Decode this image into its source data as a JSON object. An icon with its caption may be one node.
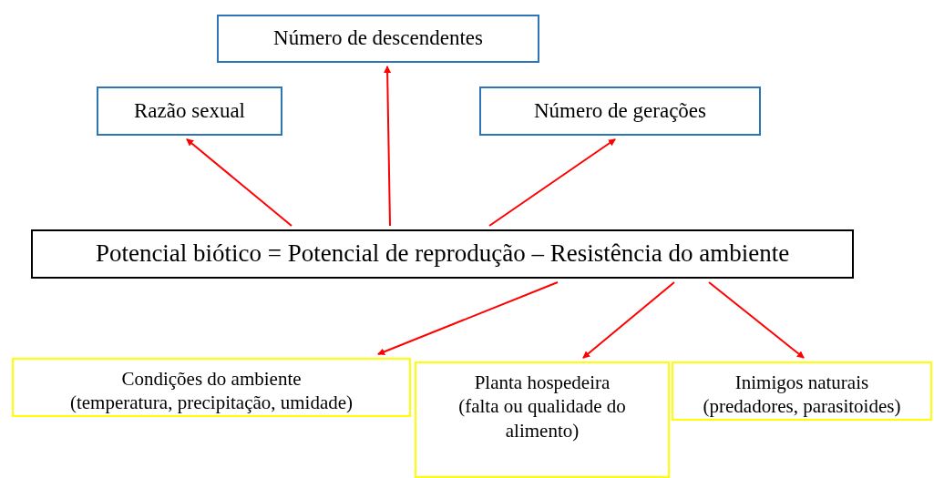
{
  "diagram": {
    "nodes": [
      {
        "text": [
          "Número de descendentes"
        ]
      },
      {
        "text": [
          "Razão sexual"
        ]
      },
      {
        "text": [
          "Número de gerações"
        ]
      },
      {
        "text": [
          "Potencial biótico = Potencial de reprodução – Resistência do ambiente"
        ]
      },
      {
        "text": [
          "Condições do ambiente",
          "(temperatura, precipitação, umidade)"
        ]
      },
      {
        "text": [
          "Planta hospedeira",
          "(falta ou qualidade do alimento)"
        ]
      },
      {
        "text": [
          "Inimigos naturais",
          "(predadores, parasitoides)"
        ]
      }
    ],
    "edges": [
      {
        "from": 3,
        "to": 1,
        "arrow": "to"
      },
      {
        "from": 3,
        "to": 0,
        "arrow": "to"
      },
      {
        "from": 3,
        "to": 2,
        "arrow": "to"
      },
      {
        "from": 3,
        "to": 4,
        "arrow": "to"
      },
      {
        "from": 3,
        "to": 5,
        "arrow": "to"
      },
      {
        "from": 3,
        "to": 6,
        "arrow": "to"
      }
    ]
  }
}
